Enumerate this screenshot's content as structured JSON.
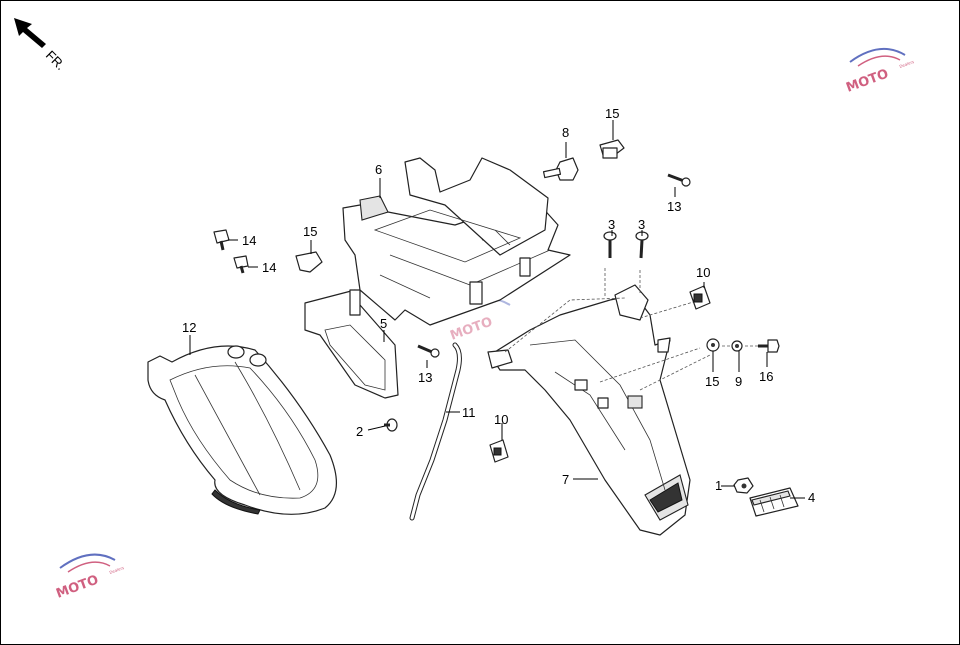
{
  "orientation": {
    "arrow_label": "FR."
  },
  "watermark": {
    "text": "MOTO",
    "subtext": "Dealers"
  },
  "callouts": {
    "c1": "1",
    "c2": "2",
    "c3a": "3",
    "c3b": "3",
    "c4": "4",
    "c5": "5",
    "c6": "6",
    "c7": "7",
    "c8": "8",
    "c9": "9",
    "c10a": "10",
    "c10b": "10",
    "c11": "11",
    "c12": "12",
    "c13a": "13",
    "c13b": "13",
    "c14a": "14",
    "c14b": "14",
    "c15a": "15",
    "c15b": "15",
    "c15c": "15",
    "c16": "16"
  },
  "colors": {
    "line": "#222222",
    "background": "#ffffff",
    "watermark": "#d06080"
  }
}
